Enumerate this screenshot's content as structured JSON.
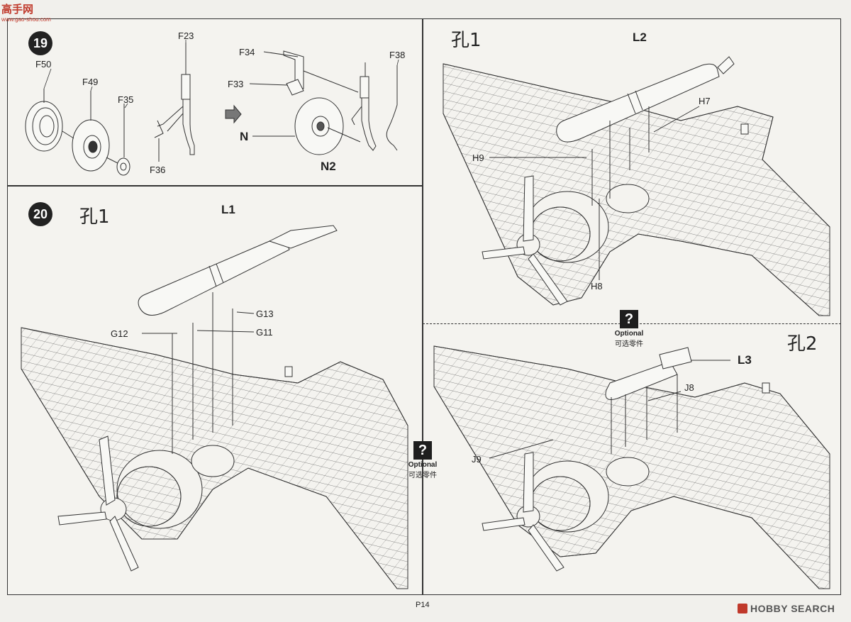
{
  "watermark_top": {
    "brand_cn": "高手网",
    "url": "www.gao-shou.com"
  },
  "watermark_bottom": {
    "brand": "HOBBY SEARCH"
  },
  "page_number": "P14",
  "step19": {
    "number": "19",
    "parts": {
      "f50": "F50",
      "f49": "F49",
      "f35": "F35",
      "f23": "F23",
      "f36": "F36",
      "f34": "F34",
      "f33": "F33",
      "f38": "F38",
      "n": "N",
      "n2": "N2"
    }
  },
  "step20": {
    "number": "20",
    "hole": "孔1",
    "parts": {
      "l1": "L1",
      "g13": "G13",
      "g12": "G12",
      "g11": "G11"
    }
  },
  "top_right": {
    "hole": "孔1",
    "parts": {
      "l2": "L2",
      "h7": "H7",
      "h9": "H9",
      "h8": "H8"
    }
  },
  "bottom_right": {
    "hole": "孔2",
    "parts": {
      "l3": "L3",
      "j8": "J8",
      "j9": "J9"
    }
  },
  "optional": {
    "mark": "?",
    "label_en": "Optional",
    "label_cn": "可选零件"
  }
}
